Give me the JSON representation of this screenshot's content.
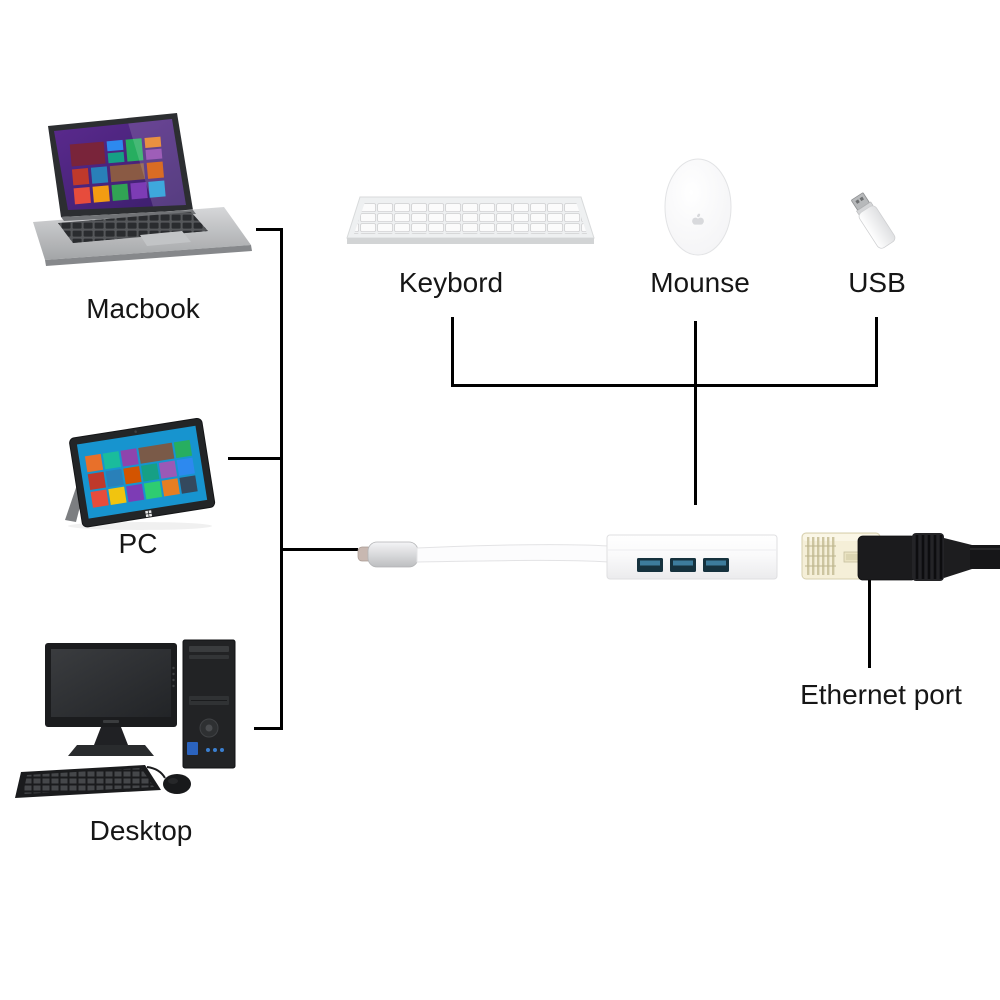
{
  "page": {
    "background_color": "#ffffff",
    "connector_color": "#000000",
    "label_color": "#161616"
  },
  "computers": {
    "macbook": {
      "label": "Macbook"
    },
    "pc": {
      "label": "PC"
    },
    "desktop": {
      "label": "Desktop"
    }
  },
  "peripherals": {
    "keyboard": {
      "label": "Keybord"
    },
    "mouse": {
      "label": "Mounse"
    },
    "usb": {
      "label": "USB"
    }
  },
  "hub": {
    "usb_port_count": 3,
    "usb_port_color": "#3d7c9c"
  },
  "ethernet": {
    "label": "Ethernet port"
  }
}
